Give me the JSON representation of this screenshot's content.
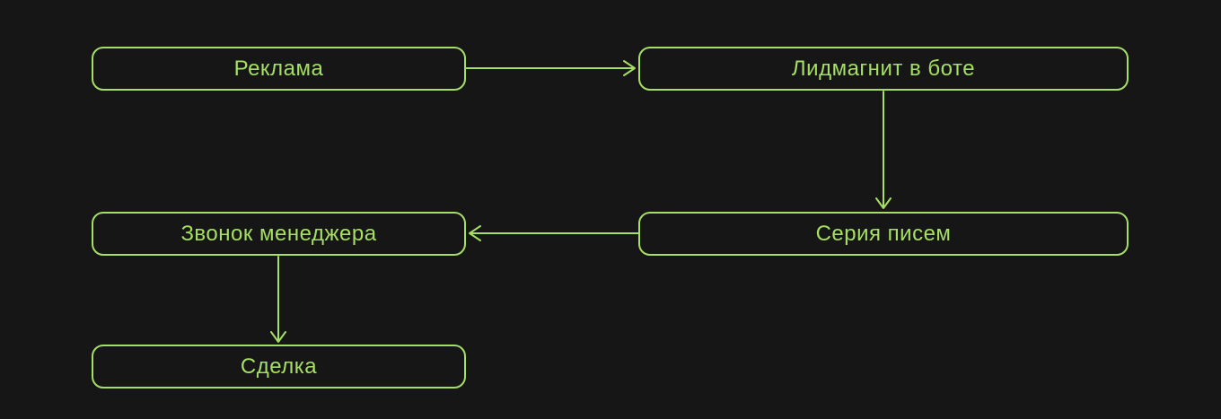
{
  "diagram": {
    "type": "flowchart",
    "colors": {
      "accent": "#A6DF63",
      "background": "#161616"
    },
    "nodes": [
      {
        "id": "ads",
        "label": "Реклама"
      },
      {
        "id": "lead_magnet",
        "label": "Лидмагнит в боте"
      },
      {
        "id": "email_series",
        "label": "Серия писем"
      },
      {
        "id": "manager_call",
        "label": "Звонок менеджера"
      },
      {
        "id": "deal",
        "label": "Сделка"
      }
    ],
    "edges": [
      {
        "from": "ads",
        "to": "lead_magnet",
        "direction": "right"
      },
      {
        "from": "lead_magnet",
        "to": "email_series",
        "direction": "down"
      },
      {
        "from": "email_series",
        "to": "manager_call",
        "direction": "left"
      },
      {
        "from": "manager_call",
        "to": "deal",
        "direction": "down"
      }
    ]
  }
}
